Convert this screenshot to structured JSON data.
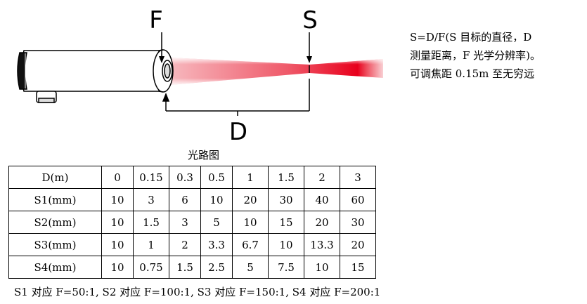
{
  "diagram": {
    "label_f": "F",
    "label_s": "S",
    "label_d": "D"
  },
  "formula": {
    "line1": "S=D/F(S 目标的直径，D",
    "line2": "测量距离，F 光学分辨率)。",
    "line3": "可调焦距 0.15m 至无穷远"
  },
  "table": {
    "title": "光路图",
    "header_label": "D(m)",
    "distances": [
      "0",
      "0.15",
      "0.3",
      "0.5",
      "1",
      "1.5",
      "2",
      "3"
    ],
    "rows": [
      {
        "label": "S1(mm)",
        "values": [
          "10",
          "3",
          "6",
          "10",
          "20",
          "30",
          "40",
          "60"
        ]
      },
      {
        "label": "S2(mm)",
        "values": [
          "10",
          "1.5",
          "3",
          "5",
          "10",
          "15",
          "20",
          "30"
        ]
      },
      {
        "label": "S3(mm)",
        "values": [
          "10",
          "1",
          "2",
          "3.3",
          "6.7",
          "10",
          "13.3",
          "20"
        ]
      },
      {
        "label": "S4(mm)",
        "values": [
          "10",
          "0.75",
          "1.5",
          "2.5",
          "5",
          "7.5",
          "10",
          "15"
        ]
      }
    ]
  },
  "footnote": "S1 对应 F=50:1, S2 对应 F=100:1, S3 对应 F=150:1, S4 对应 F=200:1",
  "colors": {
    "beam": "#e8001c",
    "ink": "#000000"
  }
}
